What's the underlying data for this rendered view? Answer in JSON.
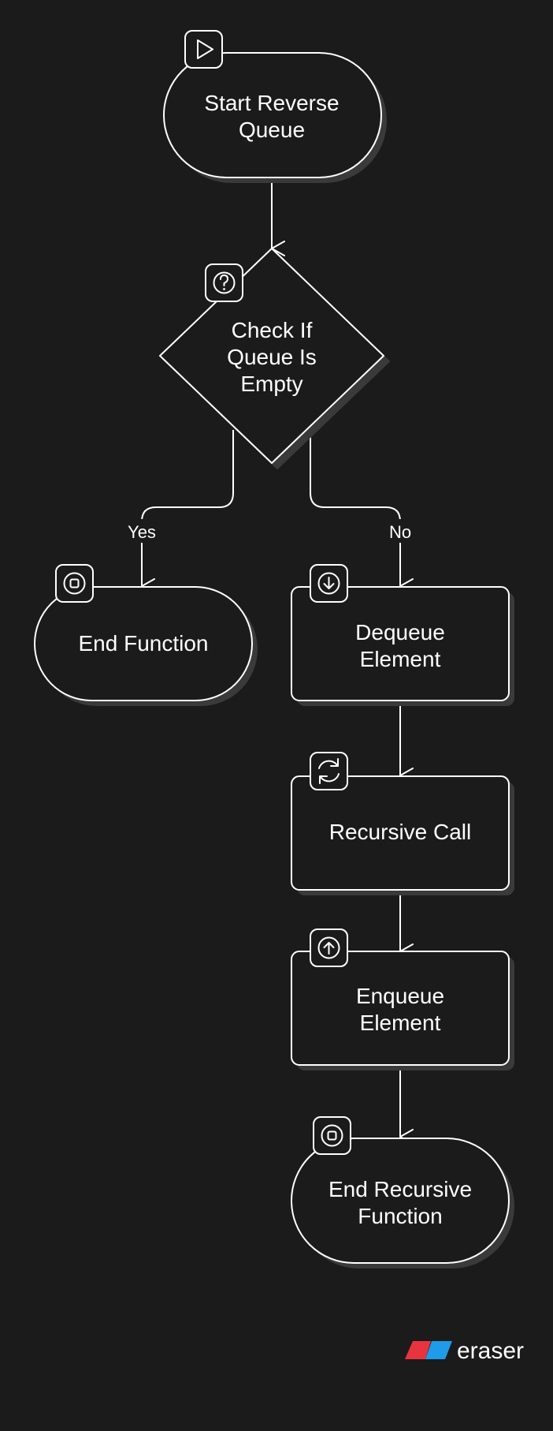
{
  "nodes": {
    "start": {
      "line1": "Start Reverse",
      "line2": "Queue",
      "icon": "play-icon"
    },
    "check": {
      "line1": "Check If",
      "line2": "Queue Is",
      "line3": "Empty",
      "icon": "question-icon"
    },
    "end_function": {
      "line1": "End Function",
      "icon": "stop-icon"
    },
    "dequeue": {
      "line1": "Dequeue",
      "line2": "Element",
      "icon": "arrow-down-icon"
    },
    "recursive": {
      "line1": "Recursive Call",
      "icon": "refresh-icon"
    },
    "enqueue": {
      "line1": "Enqueue",
      "line2": "Element",
      "icon": "arrow-up-icon"
    },
    "end_recursive": {
      "line1": "End Recursive",
      "line2": "Function",
      "icon": "stop-icon"
    }
  },
  "edges": {
    "yes_label": "Yes",
    "no_label": "No"
  },
  "brand": {
    "name": "eraser",
    "colors": [
      "#e8343f",
      "#1e9be9"
    ]
  },
  "colors": {
    "background": "#1b1b1b",
    "stroke": "#ffffff",
    "shadow": "#3a3a3a",
    "node_fill": "#1b1b1b"
  }
}
